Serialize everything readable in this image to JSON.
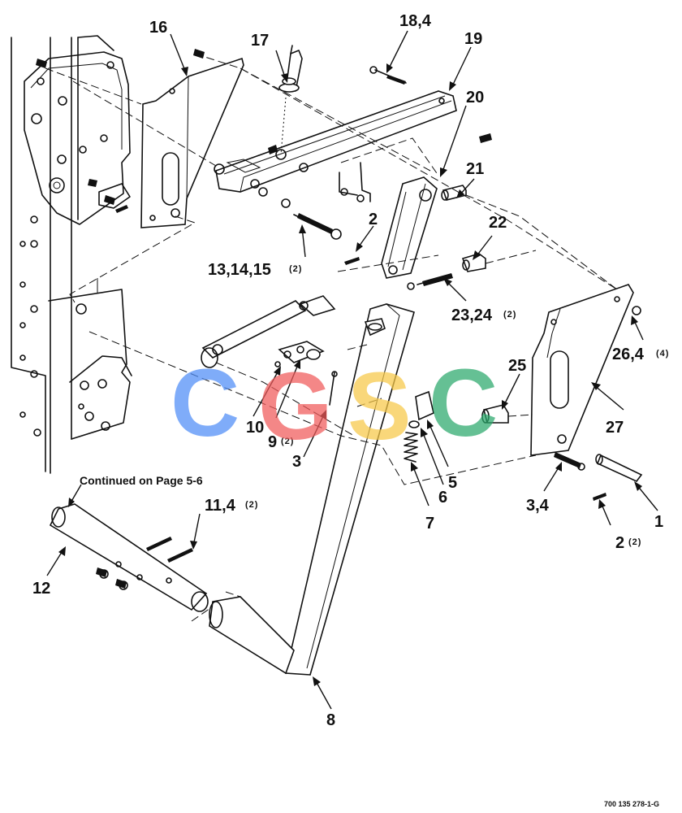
{
  "callouts": {
    "c1": "1",
    "c2_top": "2",
    "c2_bottom": "2",
    "c2_bottom_qty": "(2)",
    "c3_mid": "3",
    "c3_4": "3,4",
    "c5": "5",
    "c6": "6",
    "c7": "7",
    "c8": "8",
    "c9": "9",
    "c9_qty": "(2)",
    "c10": "10",
    "c11_4": "11,4",
    "c11_4_qty": "(2)",
    "c12": "12",
    "c13_14_15": "13,14,15",
    "c13_14_15_qty": "(2)",
    "c16": "16",
    "c17": "17",
    "c18_4": "18,4",
    "c19": "19",
    "c20": "20",
    "c21": "21",
    "c22": "22",
    "c23_24": "23,24",
    "c23_24_qty": "(2)",
    "c25": "25",
    "c26_4": "26,4",
    "c26_4_qty": "(4)",
    "c27": "27"
  },
  "note": "Continued on Page 5-6",
  "figure_id": "700 135 278-1-G",
  "watermark": {
    "text": "CGSC",
    "colors": [
      "#4f8df7",
      "#f05a5a",
      "#f7c948",
      "#2aa86b"
    ]
  }
}
